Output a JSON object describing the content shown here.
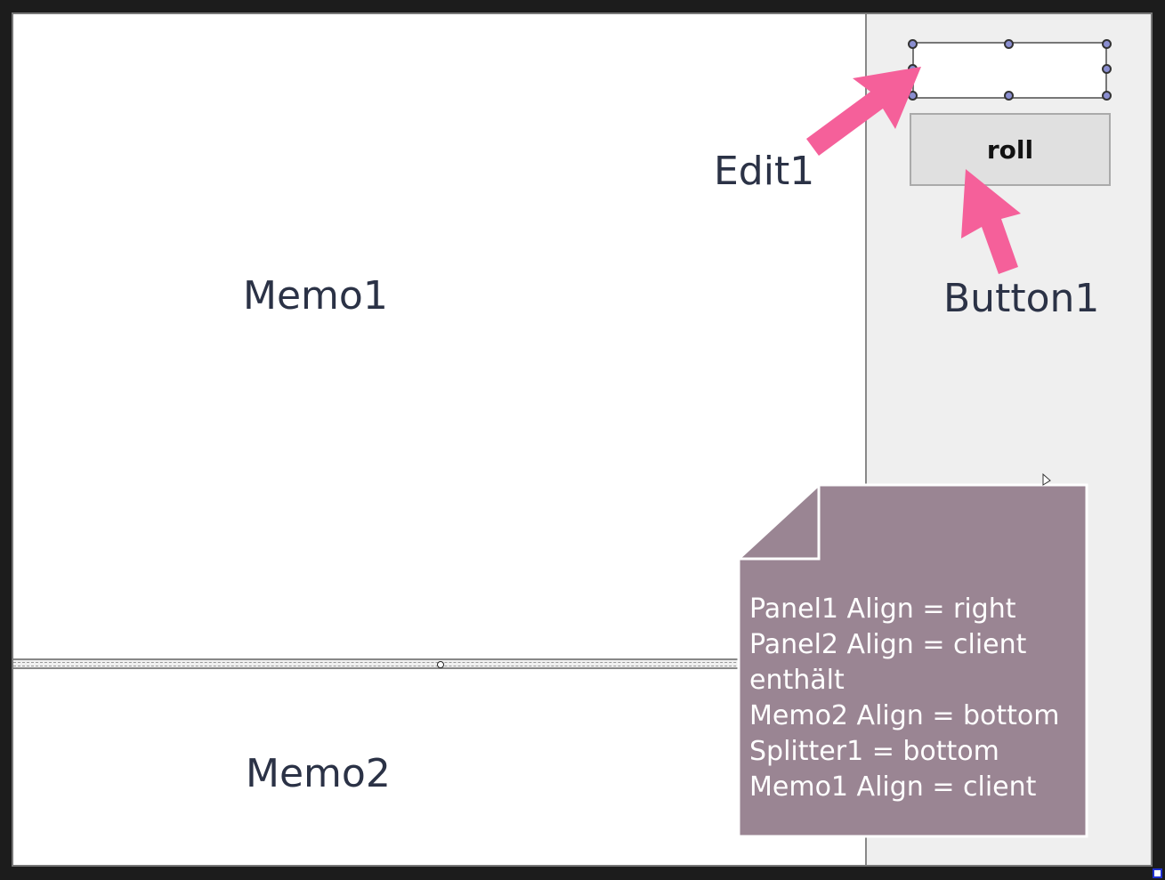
{
  "labels": {
    "memo1": "Memo1",
    "memo2": "Memo2",
    "edit1": "Edit1",
    "button1": "Button1"
  },
  "button": {
    "label": "roll"
  },
  "edit": {
    "value": ""
  },
  "note": {
    "lines": [
      "Panel1 Align = right",
      "Panel2 Align = client",
      "enthält",
      "Memo2 Align = bottom",
      "Splitter1 = bottom",
      "Memo1 Align = client"
    ]
  },
  "colors": {
    "arrow": "#f5609a",
    "note": "#9a8593"
  }
}
